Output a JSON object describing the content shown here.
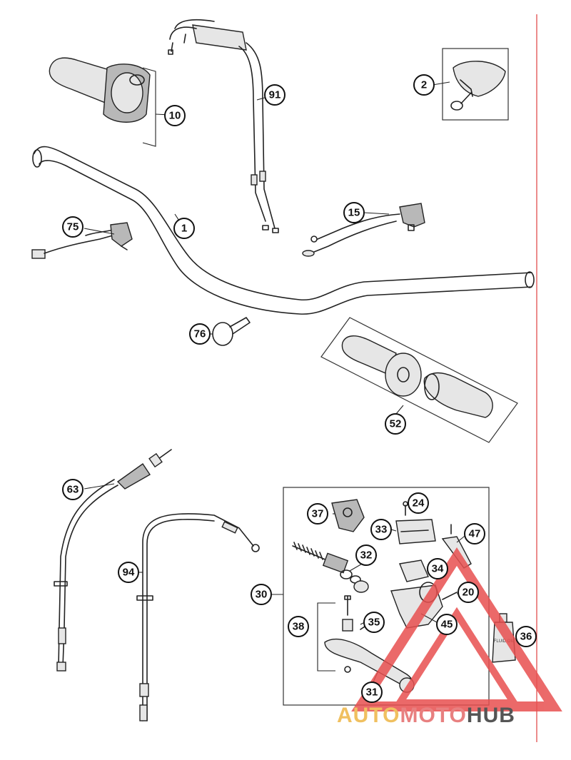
{
  "callouts": [
    {
      "id": "1",
      "label": "1"
    },
    {
      "id": "2",
      "label": "2"
    },
    {
      "id": "10",
      "label": "10"
    },
    {
      "id": "15",
      "label": "15"
    },
    {
      "id": "20",
      "label": "20"
    },
    {
      "id": "24",
      "label": "24"
    },
    {
      "id": "30",
      "label": "30"
    },
    {
      "id": "31",
      "label": "31"
    },
    {
      "id": "32",
      "label": "32"
    },
    {
      "id": "33",
      "label": "33"
    },
    {
      "id": "34",
      "label": "34"
    },
    {
      "id": "35",
      "label": "35"
    },
    {
      "id": "36",
      "label": "36"
    },
    {
      "id": "37",
      "label": "37"
    },
    {
      "id": "38",
      "label": "38"
    },
    {
      "id": "45",
      "label": "45"
    },
    {
      "id": "47",
      "label": "47"
    },
    {
      "id": "52",
      "label": "52"
    },
    {
      "id": "63",
      "label": "63"
    },
    {
      "id": "75",
      "label": "75"
    },
    {
      "id": "76",
      "label": "76"
    },
    {
      "id": "91",
      "label": "91"
    },
    {
      "id": "94",
      "label": "94"
    }
  ],
  "watermark": {
    "part1": "AUTO",
    "part2": "MOTO",
    "part3": "HUB",
    "color1": "#f0c060",
    "color2": "#e88080",
    "color3": "#555555",
    "logo_color": "#e85050"
  },
  "fluid_bottle_label": "FLUID OIL"
}
